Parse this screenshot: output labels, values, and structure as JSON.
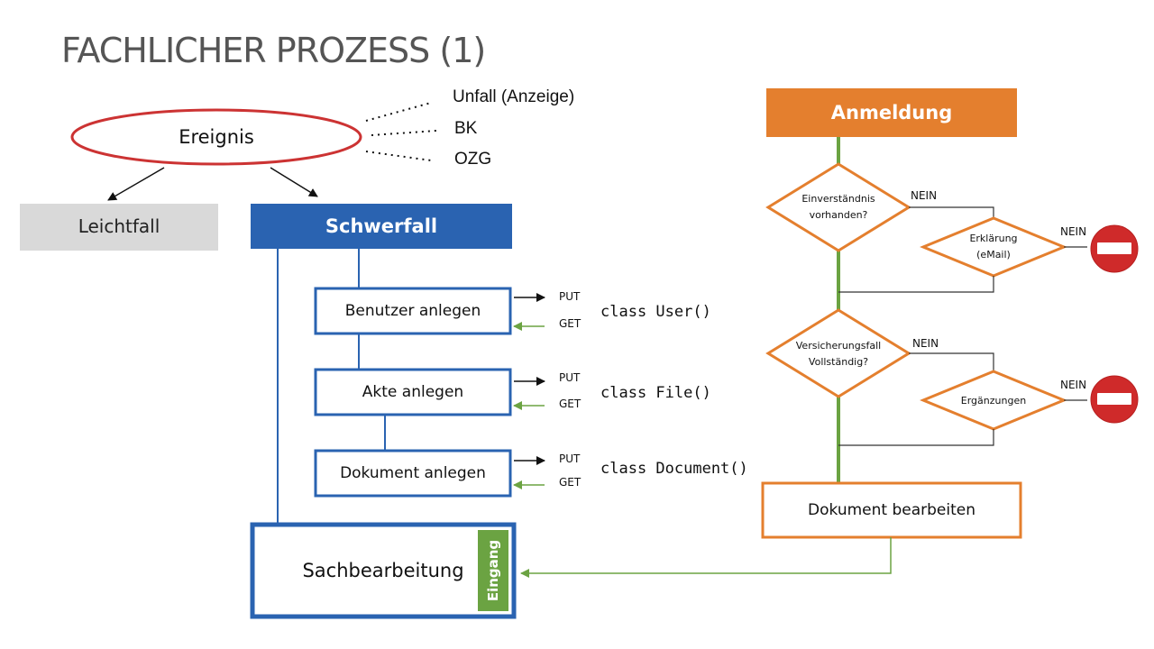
{
  "title": "FACHLICHER PROZESS (1)",
  "colors": {
    "blue": "#2a63b1",
    "orange": "#e47f2e",
    "green": "#6ba342",
    "red": "#cc3333",
    "gray_box": "#d9d9d9",
    "stop": "#cf2a2a"
  },
  "left": {
    "event": "Ereignis",
    "sources": [
      "Unfall (Anzeige)",
      "BK",
      "OZG"
    ],
    "leichtfall": "Leichtfall",
    "schwerfall": "Schwerfall",
    "steps": [
      {
        "label": "Benutzer anlegen",
        "put": "PUT",
        "get": "GET",
        "code": "class User()"
      },
      {
        "label": "Akte anlegen",
        "put": "PUT",
        "get": "GET",
        "code": "class File()"
      },
      {
        "label": "Dokument anlegen",
        "put": "PUT",
        "get": "GET",
        "code": "class Document()"
      }
    ],
    "sachbearbeitung": "Sachbearbeitung",
    "eingang": "Eingang"
  },
  "right": {
    "anmeldung": "Anmeldung",
    "decision1": [
      "Einverständnis",
      "vorhanden?"
    ],
    "decision1_no": "NEIN",
    "sub1": [
      "Erklärung",
      "(eMail)"
    ],
    "sub1_no": "NEIN",
    "decision2": [
      "Versicherungsfall",
      "Vollständig?"
    ],
    "decision2_no": "NEIN",
    "sub2": "Ergänzungen",
    "sub2_no": "NEIN",
    "dokument": "Dokument bearbeiten"
  }
}
